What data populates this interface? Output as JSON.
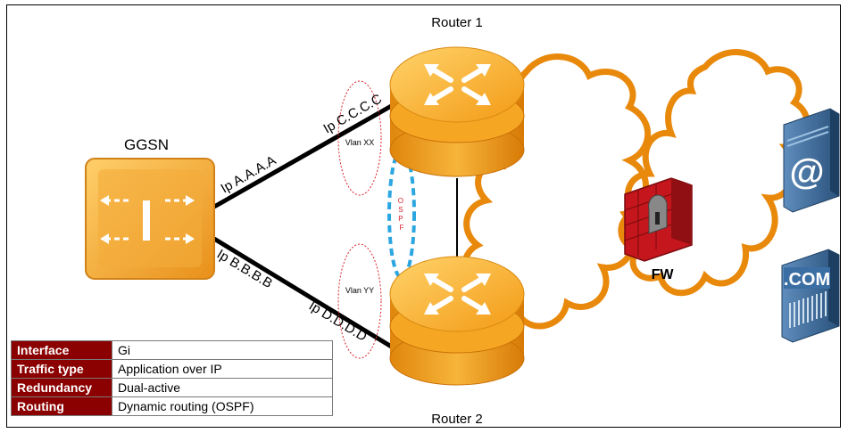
{
  "labels": {
    "router1": "Router 1",
    "router2": "Router 2",
    "ggsn": "GGSN",
    "fw": "FW",
    "ip_a": "Ip A.A.A.A",
    "ip_b": "Ip B.B.B.B",
    "ip_c": "Ip C.C.C.C",
    "ip_d": "Ip D.D.D.D",
    "vlan_xx": "Vlan XX",
    "vlan_yy": "Vlan YY",
    "ospf": "OSPF",
    "email_symbol": "@",
    "com": ".COM"
  },
  "table": [
    {
      "key": "Interface",
      "value": "Gi"
    },
    {
      "key": "Traffic type",
      "value": "Application over IP"
    },
    {
      "key": "Redundancy",
      "value": "Dual-active"
    },
    {
      "key": "Routing",
      "value": "Dynamic routing (OSPF)"
    }
  ],
  "colors": {
    "router_orange": "#f2a21c",
    "cloud_orange": "#e8890c",
    "ggsn_orange": "#f0a830",
    "ospf_blue": "#2ba6e0",
    "vlan_red": "#d9202a",
    "table_header": "#8b0000",
    "server_blue": "#2f5d8c",
    "firewall_red": "#c4161c"
  }
}
